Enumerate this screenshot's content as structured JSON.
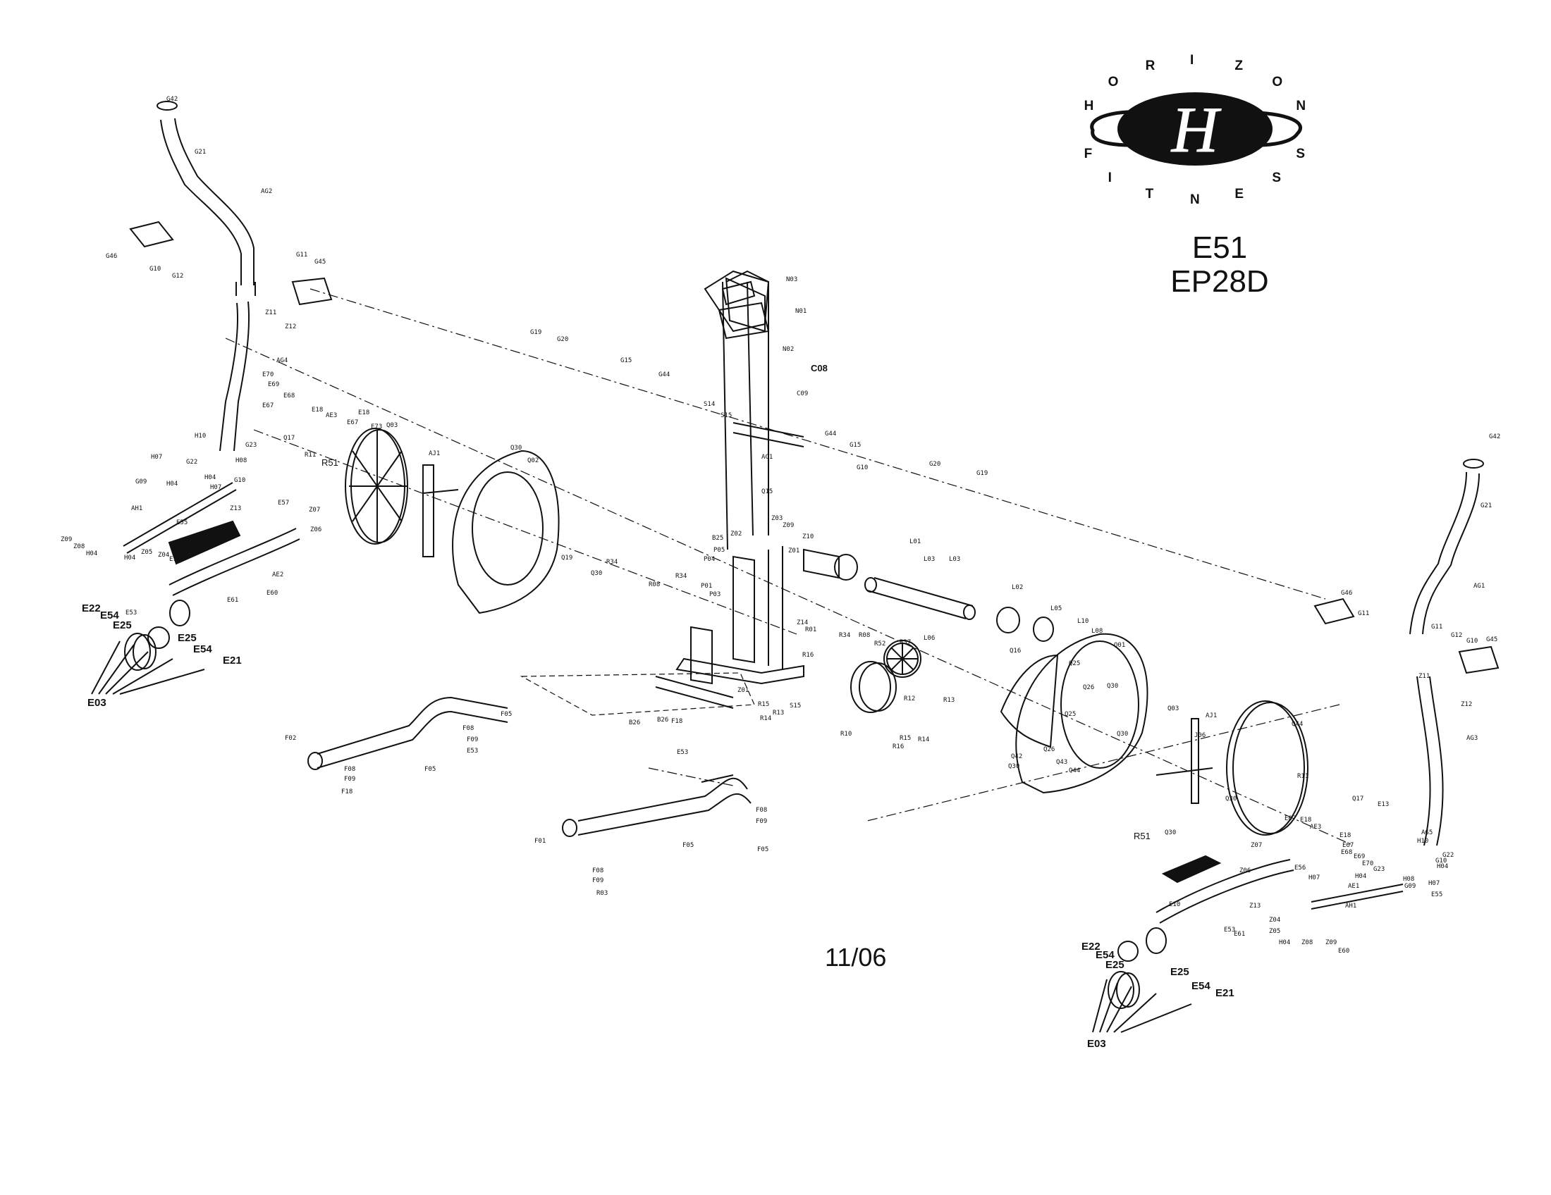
{
  "brand": {
    "top_letters": [
      "H",
      "O",
      "R",
      "I",
      "Z",
      "O",
      "N"
    ],
    "bottom_letters": [
      "F",
      "I",
      "T",
      "N",
      "E",
      "S",
      "S"
    ],
    "monogram": "H"
  },
  "model_numbers": [
    "E51",
    "EP28D"
  ],
  "date_code": "11/06",
  "part_labels": {
    "top_left": [
      "G42",
      "G21",
      "AG2",
      "G46",
      "G10",
      "G12",
      "G11",
      "G45",
      "Z11",
      "Z12",
      "AG4",
      "E70",
      "E69",
      "E68",
      "E67",
      "E18",
      "AE3",
      "E18",
      "E67",
      "E73",
      "H10",
      "G23",
      "G22",
      "H08",
      "H07",
      "H04",
      "G09",
      "H04",
      "G10",
      "H07",
      "Q17",
      "R11",
      "R51",
      "Q03",
      "AJ1",
      "Q30",
      "Q02",
      "AH1",
      "Z13",
      "E57",
      "Z07",
      "Z06",
      "E55",
      "Z09",
      "Z08",
      "H04",
      "H04",
      "Z05",
      "Z04",
      "E10",
      "AE2",
      "E60",
      "E61",
      "E53",
      "Q19",
      "Q30",
      "R34"
    ],
    "left_roller": [
      "E22",
      "E54",
      "E25",
      "E25",
      "E54",
      "E21",
      "E03"
    ],
    "center": [
      "N03",
      "N01",
      "N02",
      "C08",
      "C09",
      "S14",
      "S15",
      "G19",
      "G20",
      "G15",
      "G44",
      "G44",
      "G15",
      "G10",
      "AC1",
      "Q15",
      "G20",
      "G19",
      "Z03",
      "Z09",
      "Z10",
      "Z01",
      "B25",
      "Z02",
      "P05",
      "P04",
      "P01",
      "P03",
      "R08",
      "R34",
      "L01",
      "L03",
      "L03",
      "L02",
      "L05",
      "L10",
      "L08",
      "L06",
      "Z14",
      "R01",
      "R34",
      "R08",
      "R52",
      "R37",
      "R16",
      "R15",
      "R14",
      "R13",
      "S15",
      "Z01",
      "B26",
      "B26",
      "F18",
      "F05",
      "F08",
      "F09",
      "E53",
      "F02",
      "F05",
      "F08",
      "F09",
      "F18",
      "E53",
      "F01",
      "F05",
      "F08",
      "F09",
      "F05",
      "F08",
      "F09",
      "R03",
      "R10",
      "R12",
      "R13",
      "R14",
      "R15",
      "R16"
    ],
    "right": [
      "G42",
      "G21",
      "AG1",
      "G46",
      "G11",
      "G11",
      "G12",
      "G10",
      "G45",
      "Z11",
      "Z12",
      "AG3",
      "Q01",
      "Q16",
      "Q25",
      "Q26",
      "Q30",
      "Q25",
      "Q30",
      "Q26",
      "Q43",
      "Q42",
      "Q30",
      "Q44",
      "J06",
      "AJ1",
      "Q03",
      "Q44",
      "Q30",
      "Q30",
      "R51",
      "R11",
      "Q17",
      "E13",
      "E67",
      "E18",
      "AE3",
      "E18",
      "E67",
      "E68",
      "E69",
      "E70",
      "G23",
      "H08",
      "AG5",
      "H10",
      "G22",
      "G10",
      "H04",
      "H07",
      "G09",
      "E55",
      "Z07",
      "Z06",
      "E56",
      "H07",
      "H04",
      "AE1",
      "E10",
      "Z13",
      "AH1",
      "Z04",
      "Z05",
      "H04",
      "Z08",
      "Z09",
      "E60",
      "E61",
      "E53"
    ],
    "right_roller": [
      "E22",
      "E54",
      "E25",
      "E25",
      "E54",
      "E21",
      "E03"
    ]
  }
}
